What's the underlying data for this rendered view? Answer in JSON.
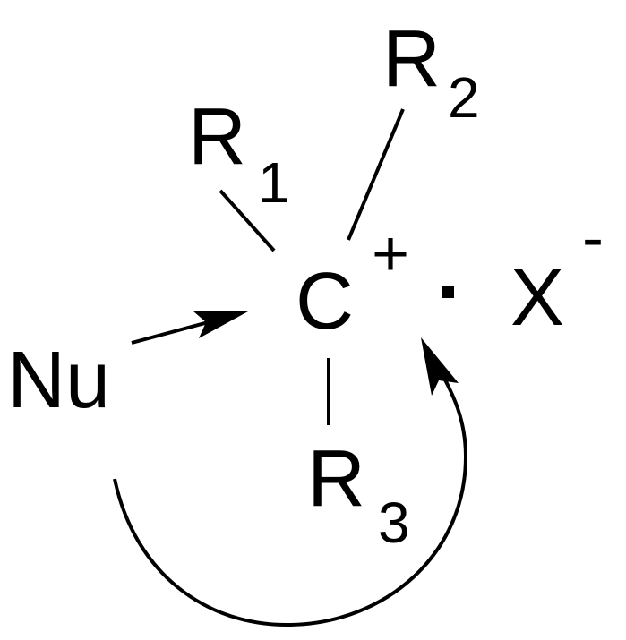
{
  "diagram": {
    "carbon_label": "C",
    "cation_charge": "+",
    "r1_letter": "R",
    "r1_subscript": "1",
    "r2_letter": "R",
    "r2_subscript": "2",
    "r3_letter": "R",
    "r3_subscript": "3",
    "ion_pair_dot": "·",
    "counter_ion_label": "X",
    "counter_ion_charge": "-",
    "nucleophile_label": "Nu"
  },
  "colors": {
    "ink": "#000000",
    "background": "#ffffff"
  }
}
